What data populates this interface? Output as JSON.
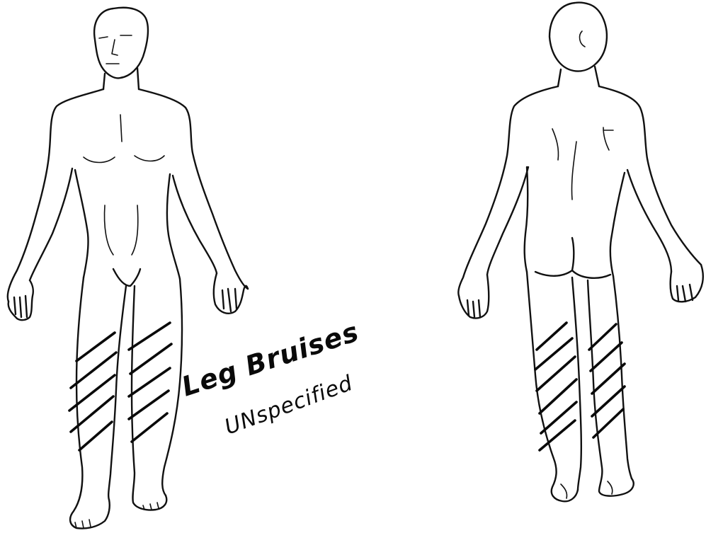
{
  "figures": {
    "front": {
      "label": "front-view"
    },
    "back": {
      "label": "back-view"
    }
  },
  "annotation": {
    "line1": "Leg Bruises",
    "line2": "UNspecified"
  },
  "colors": {
    "ink": "#111111",
    "paper": "#ffffff"
  }
}
